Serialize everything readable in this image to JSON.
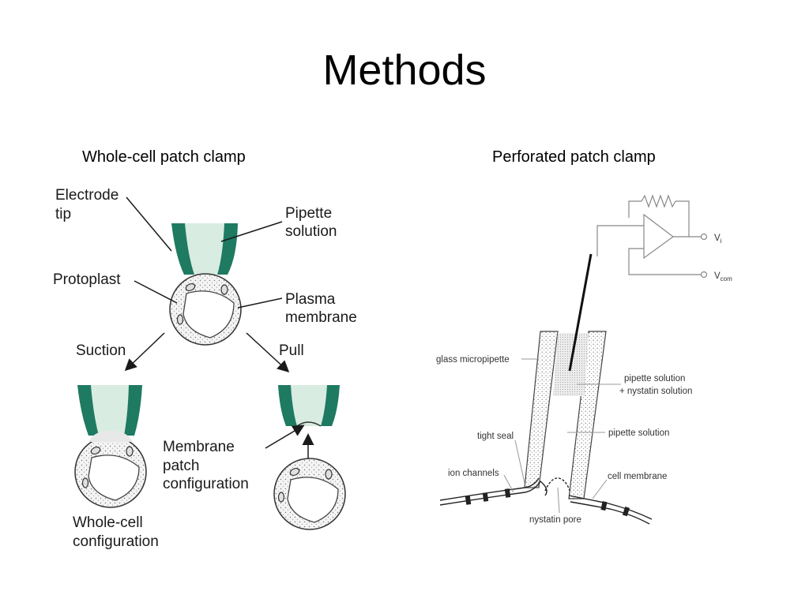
{
  "slide": {
    "title": "Methods",
    "left_heading": "Whole-cell patch clamp",
    "right_heading": "Perforated patch clamp"
  },
  "whole_cell_figure": {
    "electrode_tip": [
      "Electrode",
      "tip"
    ],
    "pipette_solution": [
      "Pipette",
      "solution"
    ],
    "protoplast": "Protoplast",
    "plasma_membrane": [
      "Plasma",
      "membrane"
    ],
    "suction": "Suction",
    "pull": "Pull",
    "membrane_patch": [
      "Membrane",
      "patch",
      "configuration"
    ],
    "whole_cell_config": [
      "Whole-cell",
      "configuration"
    ]
  },
  "perforated_figure": {
    "v_i": "V",
    "v_i_sub": "i",
    "v_com": "V",
    "v_com_sub": "com",
    "glass_micropipette": "glass micropipette",
    "pipette_nystatin": [
      "pipette solution",
      "+ nystatin solution"
    ],
    "tight_seal": "tight seal",
    "pipette_solution": "pipette solution",
    "ion_channels": "ion channels",
    "cell_membrane": "cell membrane",
    "nystatin_pore": "nystatin pore"
  },
  "colors": {
    "pipette_wall": "#1f7a62",
    "pipette_fill": "#d9ece1"
  }
}
